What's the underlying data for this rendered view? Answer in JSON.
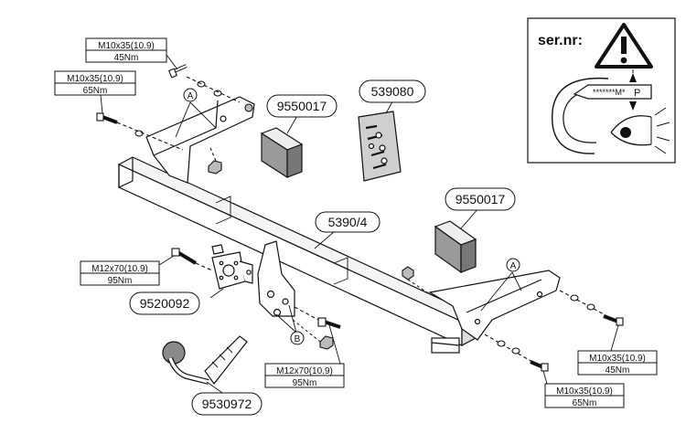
{
  "warning_panel": {
    "title": "ser.nr:",
    "plate_text": "*******M*",
    "plate_letter": "P"
  },
  "parts": [
    {
      "id": "cross-bar",
      "number": "5390/4"
    },
    {
      "id": "electric-kit-left",
      "number": "9550017"
    },
    {
      "id": "electric-kit-right",
      "number": "9550017"
    },
    {
      "id": "bolt-kit",
      "number": "539080"
    },
    {
      "id": "socket-plate",
      "number": "9520092"
    },
    {
      "id": "tow-ball",
      "number": "9530972"
    }
  ],
  "bolts": [
    {
      "id": "bolt-top-a",
      "size": "M10x35(10.9)",
      "torque": "45Nm"
    },
    {
      "id": "bolt-top-b",
      "size": "M10x35(10.9)",
      "torque": "65Nm"
    },
    {
      "id": "bolt-left-m12",
      "size": "M12x70(10.9)",
      "torque": "95Nm"
    },
    {
      "id": "bolt-center-m12",
      "size": "M12x70(10.9)",
      "torque": "95Nm"
    },
    {
      "id": "bolt-right-a",
      "size": "M10x35(10.9)",
      "torque": "45Nm"
    },
    {
      "id": "bolt-right-b",
      "size": "M10x35(10.9)",
      "torque": "65Nm"
    }
  ],
  "callouts": {
    "a_left": "A",
    "a_right": "A",
    "b": "B"
  },
  "colors": {
    "line": "#1a1a1a",
    "fill_light": "#f2f2f2",
    "fill_dark": "#8a8a8a",
    "warning_yellow": "#ffffff"
  }
}
